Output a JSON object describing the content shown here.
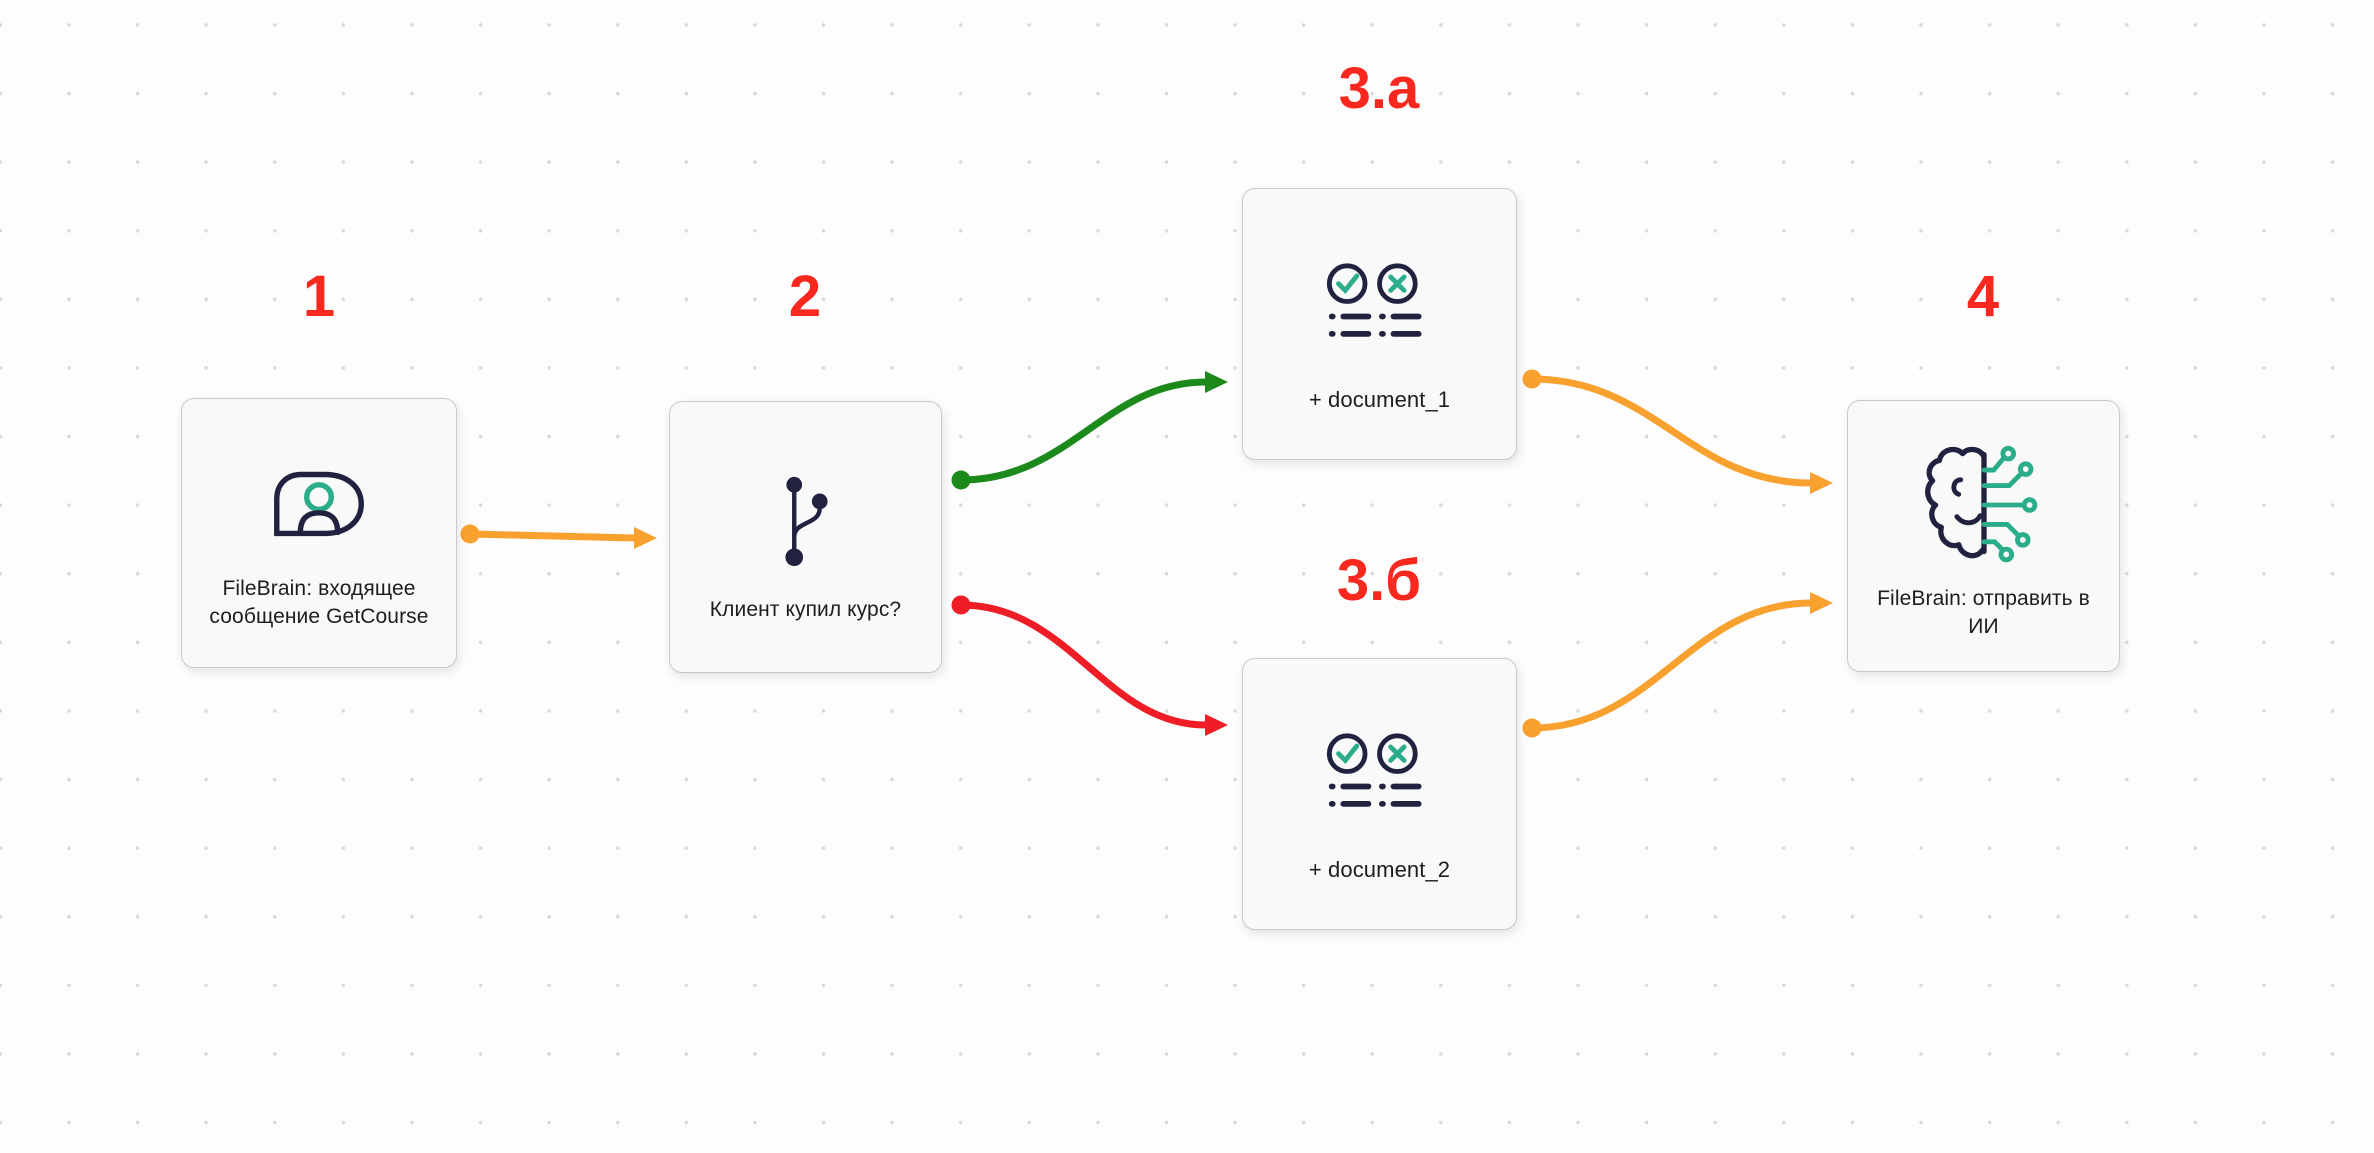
{
  "theme": {
    "canvas-bg": "#FDFDFD",
    "dot-color": "#D8D8D8",
    "node-bg": "#F9F9FA",
    "node-border": "#C9C9CC",
    "node-text": "#1D1D1F",
    "label-red": "#F8281E",
    "navy": "#20223F",
    "teal": "#2BAD8C"
  },
  "nodes": [
    {
      "number": "1",
      "label": "FileBrain: входящее сообщение GetCourse",
      "icon": "chat-user"
    },
    {
      "number": "2",
      "label": "Клиент купил курс?",
      "icon": "git-branch"
    },
    {
      "number": "3.a",
      "label": "+ document_1",
      "icon": "checklist"
    },
    {
      "number": "3.б",
      "label": "+ document_2",
      "icon": "checklist"
    },
    {
      "number": "4",
      "label": "FileBrain: отправить в ИИ",
      "icon": "brain-circuit"
    }
  ],
  "connections": [
    {
      "from": "1",
      "to": "2",
      "color": "#F8A12E"
    },
    {
      "from": "2",
      "to": "3.a",
      "color": "#1B8A1B"
    },
    {
      "from": "2",
      "to": "3.б",
      "color": "#EF1D25"
    },
    {
      "from": "3.a",
      "to": "4",
      "color": "#F8A12E"
    },
    {
      "from": "3.б",
      "to": "4",
      "color": "#F8A12E"
    }
  ]
}
